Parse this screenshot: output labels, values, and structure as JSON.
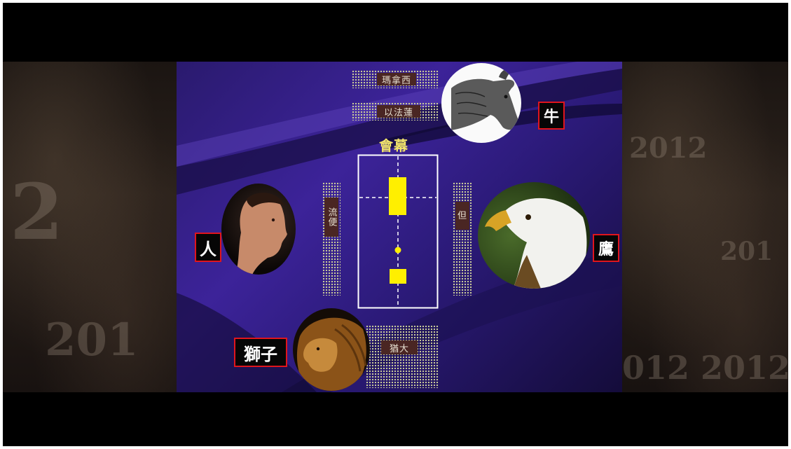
{
  "labels": {
    "screen_title": "會幕",
    "tag_top1": "瑪拿西",
    "tag_top2": "以法蓮",
    "tag_left": "流便",
    "tag_right": "但",
    "tag_bottom": "猶大"
  },
  "faces": {
    "ox": "牛",
    "man": "人",
    "eagle": "鷹",
    "lion": "獅子"
  },
  "background_text": {
    "left_large": "2",
    "left_bottom": "201",
    "right_top": "2012",
    "right_mid": "201",
    "right_bottom": "012 2012"
  },
  "colors": {
    "stage": "#3c2399",
    "name_border": "#e0151d",
    "marker": "#ffef00",
    "tag_bg": "#4a2623"
  },
  "icons": [
    "ox-face-icon",
    "man-face-icon",
    "eagle-face-icon",
    "lion-face-icon"
  ]
}
